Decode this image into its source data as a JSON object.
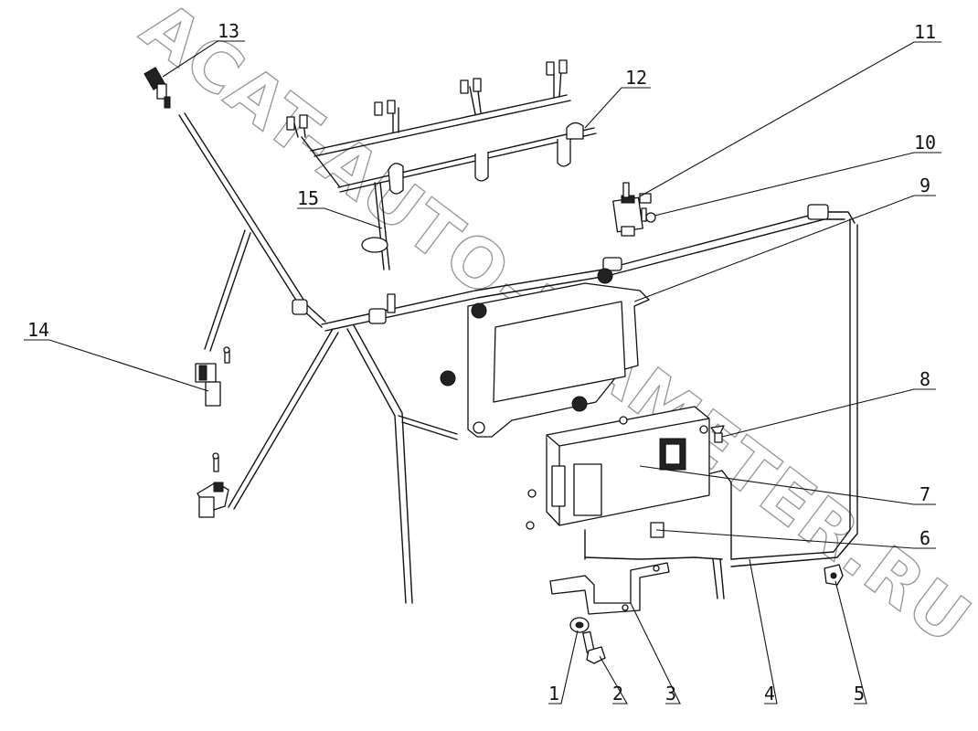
{
  "watermark": "ACAT-AUTO-DIAMETER.RU",
  "callouts": [
    {
      "id": "c1",
      "label": "1"
    },
    {
      "id": "c2",
      "label": "2"
    },
    {
      "id": "c3",
      "label": "3"
    },
    {
      "id": "c4",
      "label": "4"
    },
    {
      "id": "c5",
      "label": "5"
    },
    {
      "id": "c6",
      "label": "6"
    },
    {
      "id": "c7",
      "label": "7"
    },
    {
      "id": "c8",
      "label": "8"
    },
    {
      "id": "c9",
      "label": "9"
    },
    {
      "id": "c10",
      "label": "10"
    },
    {
      "id": "c11",
      "label": "11"
    },
    {
      "id": "c12",
      "label": "12"
    },
    {
      "id": "c13",
      "label": "13"
    },
    {
      "id": "c14",
      "label": "14"
    },
    {
      "id": "c15",
      "label": "15"
    }
  ]
}
